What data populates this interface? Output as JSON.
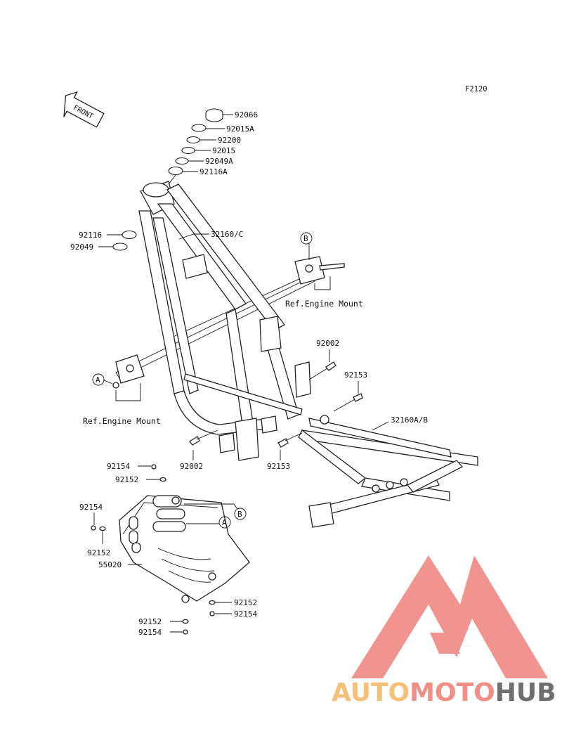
{
  "diagram": {
    "code": "F2120",
    "front_label": "FRONT",
    "refs": [
      {
        "id": "ref-engine-mount-b",
        "text": "Ref.Engine Mount"
      },
      {
        "id": "ref-engine-mount-a",
        "text": "Ref.Engine Mount"
      }
    ],
    "callouts": {
      "a_bracket": "A",
      "b_bracket": "B",
      "a_skid": "A",
      "b_skid": "B"
    },
    "parts": [
      {
        "id": "p92066",
        "text": "92066"
      },
      {
        "id": "p92015A",
        "text": "92015A"
      },
      {
        "id": "p92200",
        "text": "92200"
      },
      {
        "id": "p92015",
        "text": "92015"
      },
      {
        "id": "p92049A",
        "text": "92049A"
      },
      {
        "id": "p92116A",
        "text": "92116A"
      },
      {
        "id": "p92116",
        "text": "92116"
      },
      {
        "id": "p92049",
        "text": "92049"
      },
      {
        "id": "p32160C",
        "text": "32160/C"
      },
      {
        "id": "p92002a",
        "text": "92002"
      },
      {
        "id": "p92153a",
        "text": "92153"
      },
      {
        "id": "p32160AB",
        "text": "32160A/B"
      },
      {
        "id": "p92002b",
        "text": "92002"
      },
      {
        "id": "p92153b",
        "text": "92153"
      },
      {
        "id": "p92154a",
        "text": "92154"
      },
      {
        "id": "p92152a",
        "text": "92152"
      },
      {
        "id": "p92154b",
        "text": "92154"
      },
      {
        "id": "p92152b",
        "text": "92152"
      },
      {
        "id": "p55020",
        "text": "55020"
      },
      {
        "id": "p92152c",
        "text": "92152"
      },
      {
        "id": "p92154c",
        "text": "92154"
      },
      {
        "id": "p92152d",
        "text": "92152"
      },
      {
        "id": "p92154d",
        "text": "92154"
      }
    ]
  },
  "watermark": {
    "part1": "AUTO",
    "part2": "MOTO",
    "part3": "HUB",
    "colors": {
      "auto": "#f5c07a",
      "moto": "#f08f86",
      "hub": "#6f6f6f",
      "triangle": "#f08c87"
    }
  }
}
